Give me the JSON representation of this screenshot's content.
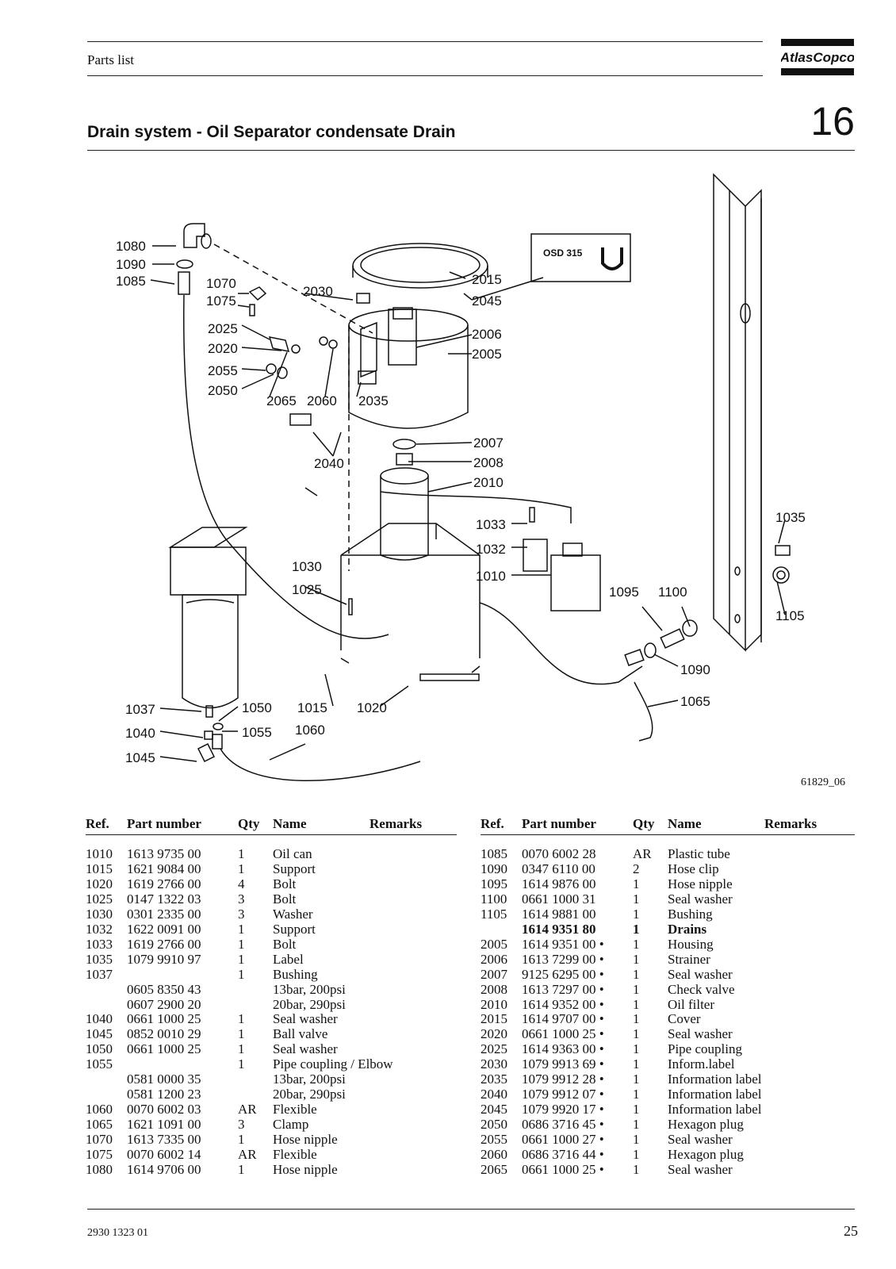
{
  "header": {
    "section": "Parts list",
    "brand": "AtlasCopco",
    "title": "Drain system - Oil Separator condensate Drain",
    "chapter": "16"
  },
  "figure": {
    "id": "61829_06",
    "label_plate": "OSD 315",
    "callouts": [
      "1080",
      "1090",
      "1085",
      "1070",
      "1075",
      "2030",
      "2015",
      "2045",
      "2025",
      "2020",
      "2006",
      "2005",
      "2055",
      "2050",
      "2065",
      "2060",
      "2035",
      "2040",
      "2007",
      "2008",
      "2010",
      "1033",
      "1032",
      "1010",
      "1035",
      "1030",
      "1025",
      "1095",
      "1100",
      "1105",
      "1090",
      "1065",
      "1037",
      "1050",
      "1015",
      "1020",
      "1040",
      "1055",
      "1060",
      "1045"
    ]
  },
  "table": {
    "headers": {
      "ref": "Ref.",
      "part": "Part number",
      "qty": "Qty",
      "name": "Name",
      "remarks": "Remarks"
    },
    "left": [
      {
        "ref": "1010",
        "part": "1613 9735 00",
        "qty": "1",
        "name": "Oil can"
      },
      {
        "ref": "1015",
        "part": "1621 9084 00",
        "qty": "1",
        "name": "Support"
      },
      {
        "ref": "1020",
        "part": "1619 2766 00",
        "qty": "4",
        "name": "Bolt"
      },
      {
        "ref": "1025",
        "part": "0147 1322 03",
        "qty": "3",
        "name": "Bolt"
      },
      {
        "ref": "1030",
        "part": "0301 2335 00",
        "qty": "3",
        "name": "Washer"
      },
      {
        "ref": "1032",
        "part": "1622 0091 00",
        "qty": "1",
        "name": "Support"
      },
      {
        "ref": "1033",
        "part": "1619 2766 00",
        "qty": "1",
        "name": "Bolt"
      },
      {
        "ref": "1035",
        "part": "1079 9910 97",
        "qty": "1",
        "name": "Label"
      },
      {
        "ref": "1037",
        "part": "",
        "qty": "1",
        "name": "Bushing"
      },
      {
        "ref": "",
        "part": "0605 8350 43",
        "qty": "",
        "name": "13bar, 200psi"
      },
      {
        "ref": "",
        "part": "0607 2900 20",
        "qty": "",
        "name": "20bar, 290psi"
      },
      {
        "ref": "1040",
        "part": "0661 1000 25",
        "qty": "1",
        "name": "Seal washer"
      },
      {
        "ref": "1045",
        "part": "0852 0010 29",
        "qty": "1",
        "name": "Ball valve"
      },
      {
        "ref": "1050",
        "part": "0661 1000 25",
        "qty": "1",
        "name": "Seal washer"
      },
      {
        "ref": "1055",
        "part": "",
        "qty": "1",
        "name": "Pipe coupling / Elbow"
      },
      {
        "ref": "",
        "part": "0581 0000 35",
        "qty": "",
        "name": "13bar, 200psi"
      },
      {
        "ref": "",
        "part": "0581 1200 23",
        "qty": "",
        "name": "20bar, 290psi"
      },
      {
        "ref": "1060",
        "part": "0070 6002 03",
        "qty": "AR",
        "name": "Flexible"
      },
      {
        "ref": "1065",
        "part": "1621 1091 00",
        "qty": "3",
        "name": "Clamp"
      },
      {
        "ref": "1070",
        "part": "1613 7335 00",
        "qty": "1",
        "name": "Hose nipple"
      },
      {
        "ref": "1075",
        "part": "0070 6002 14",
        "qty": "AR",
        "name": "Flexible"
      },
      {
        "ref": "1080",
        "part": "1614 9706 00",
        "qty": "1",
        "name": "Hose nipple"
      }
    ],
    "right": [
      {
        "ref": "1085",
        "part": "0070 6002 28",
        "qty": "AR",
        "name": "Plastic tube"
      },
      {
        "ref": "1090",
        "part": "0347 6110 00",
        "qty": "2",
        "name": "Hose clip"
      },
      {
        "ref": "1095",
        "part": "1614 9876 00",
        "qty": "1",
        "name": "Hose nipple"
      },
      {
        "ref": "1100",
        "part": "0661 1000 31",
        "qty": "1",
        "name": "Seal washer"
      },
      {
        "ref": "1105",
        "part": "1614 9881 00",
        "qty": "1",
        "name": "Bushing"
      },
      {
        "ref": "",
        "part": "1614 9351 80",
        "qty": "1",
        "name": "Drains",
        "bold": true
      },
      {
        "ref": "2005",
        "part": "1614 9351 00 •",
        "qty": "1",
        "name": "Housing"
      },
      {
        "ref": "2006",
        "part": "1613 7299 00 •",
        "qty": "1",
        "name": "Strainer"
      },
      {
        "ref": "2007",
        "part": "9125 6295 00 •",
        "qty": "1",
        "name": "Seal washer"
      },
      {
        "ref": "2008",
        "part": "1613 7297 00 •",
        "qty": "1",
        "name": "Check valve"
      },
      {
        "ref": "2010",
        "part": "1614 9352 00 •",
        "qty": "1",
        "name": "Oil filter"
      },
      {
        "ref": "2015",
        "part": "1614 9707 00 •",
        "qty": "1",
        "name": "Cover"
      },
      {
        "ref": "2020",
        "part": "0661 1000 25 •",
        "qty": "1",
        "name": "Seal washer"
      },
      {
        "ref": "2025",
        "part": "1614 9363 00 •",
        "qty": "1",
        "name": "Pipe coupling"
      },
      {
        "ref": "2030",
        "part": "1079 9913 69 •",
        "qty": "1",
        "name": "Inform.label"
      },
      {
        "ref": "2035",
        "part": "1079 9912 28 •",
        "qty": "1",
        "name": "Information label"
      },
      {
        "ref": "2040",
        "part": "1079 9912 07 •",
        "qty": "1",
        "name": "Information label"
      },
      {
        "ref": "2045",
        "part": "1079 9920 17 •",
        "qty": "1",
        "name": "Information label"
      },
      {
        "ref": "2050",
        "part": "0686 3716 45 •",
        "qty": "1",
        "name": "Hexagon plug"
      },
      {
        "ref": "2055",
        "part": "0661 1000 27 •",
        "qty": "1",
        "name": "Seal washer"
      },
      {
        "ref": "2060",
        "part": "0686 3716 44 •",
        "qty": "1",
        "name": "Hexagon plug"
      },
      {
        "ref": "2065",
        "part": "0661 1000 25 •",
        "qty": "1",
        "name": "Seal washer"
      }
    ]
  },
  "footer": {
    "doc_number": "2930 1323 01",
    "page": "25"
  }
}
